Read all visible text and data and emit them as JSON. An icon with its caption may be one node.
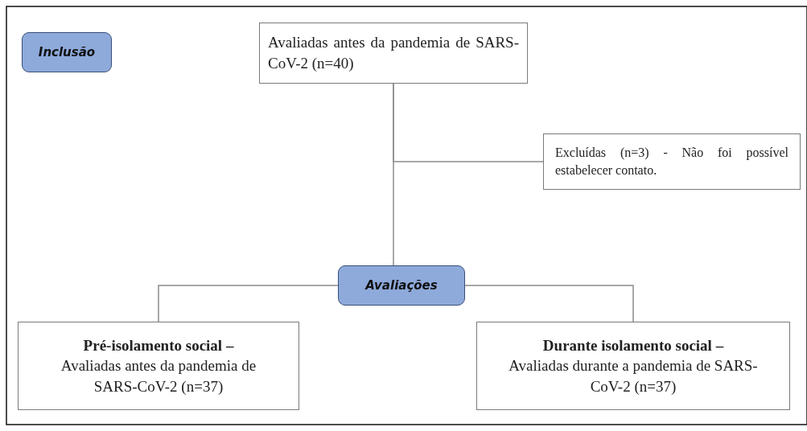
{
  "diagram": {
    "nodes": [
      {
        "text": [
          "Inclusão"
        ]
      },
      {
        "text": [
          "Avaliadas antes da pandemia de SARS-CoV-2 (n=40)"
        ]
      },
      {
        "text": [
          "Excluídas (n=3) - Não foi possível estabelecer contato."
        ]
      },
      {
        "text": [
          "Avaliações"
        ]
      },
      {
        "text": [
          "Pré-isolamento social –",
          "Avaliadas antes da pandemia de SARS-CoV-2 (n=37)"
        ]
      },
      {
        "text": [
          "Durante isolamento social –",
          "Avaliadas durante a pandemia de SARS-CoV-2 (n=37)"
        ]
      }
    ],
    "edges": [
      {
        "from": 1,
        "to": 2,
        "arrow": "none"
      },
      {
        "from": 1,
        "to": 3,
        "arrow": "none"
      },
      {
        "from": 3,
        "to": 4,
        "arrow": "none"
      },
      {
        "from": 3,
        "to": 5,
        "arrow": "none"
      }
    ]
  }
}
